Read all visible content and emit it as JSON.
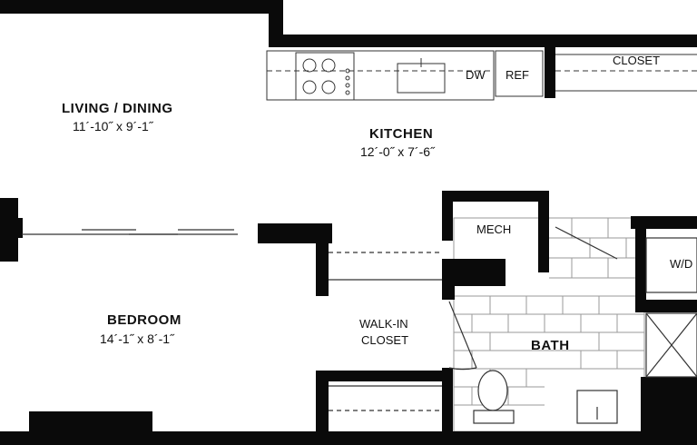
{
  "rooms": {
    "living_dining": {
      "name": "LIVING / DINING",
      "dims": "11´-10˝ x 9´-1˝"
    },
    "kitchen": {
      "name": "KITCHEN",
      "dims": "12´-0˝ x 7´-6˝"
    },
    "bedroom": {
      "name": "BEDROOM",
      "dims": "14´-1˝ x 8´-1˝"
    },
    "walk_in_closet": {
      "line1": "WALK-IN",
      "line2": "CLOSET"
    },
    "bath": {
      "name": "BATH"
    },
    "mech": {
      "name": "MECH"
    },
    "closet": {
      "name": "CLOSET"
    }
  },
  "fixtures": {
    "dishwasher": "DW",
    "refrigerator": "REF",
    "washer_dryer": "W/D"
  },
  "colors": {
    "wall": "#0a0a0a",
    "tile": "#9a9a9a",
    "fixture_line": "#333333"
  }
}
